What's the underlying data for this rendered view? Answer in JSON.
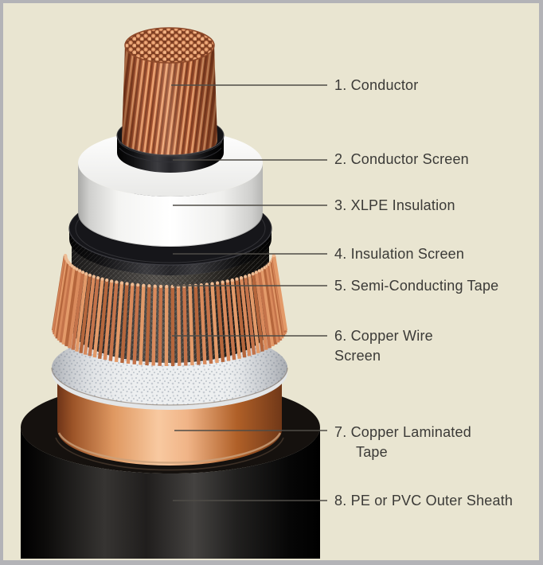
{
  "background": {
    "page_border": "#b3b3b7",
    "canvas": "#e9e5d1"
  },
  "text_color": "#3b3a37",
  "leader_line_color": "#4f4c47",
  "labels": [
    {
      "line1": "1. Conductor",
      "line2": ""
    },
    {
      "line1": "2. Conductor Screen",
      "line2": ""
    },
    {
      "line1": "3. XLPE Insulation",
      "line2": ""
    },
    {
      "line1": "4. Insulation Screen",
      "line2": ""
    },
    {
      "line1": "5. Semi-Conducting Tape",
      "line2": ""
    },
    {
      "line1": "6. Copper Wire",
      "line2": "Screen"
    },
    {
      "line1": "7. Copper Laminated",
      "line2": "Tape"
    },
    {
      "line1": "8. PE or PVC Outer Sheath",
      "line2": ""
    }
  ],
  "layers": [
    {
      "n": 1,
      "name": "Conductor",
      "color": "#c87a4e"
    },
    {
      "n": 2,
      "name": "Conductor Screen",
      "color": "#1c1c1e"
    },
    {
      "n": 3,
      "name": "XLPE Insulation",
      "color": "#f6f6f4"
    },
    {
      "n": 4,
      "name": "Insulation Screen",
      "color": "#17171a"
    },
    {
      "n": 5,
      "name": "Semi-Conducting Tape",
      "color": "#3f3d3a"
    },
    {
      "n": 6,
      "name": "Copper Wire Screen",
      "color": "#cf7f4f"
    },
    {
      "n": 7,
      "name": "Copper Laminated Tape",
      "color": "#e8a878"
    },
    {
      "n": 8,
      "name": "PE or PVC Outer Sheath",
      "color": "#0d0c0b"
    }
  ]
}
